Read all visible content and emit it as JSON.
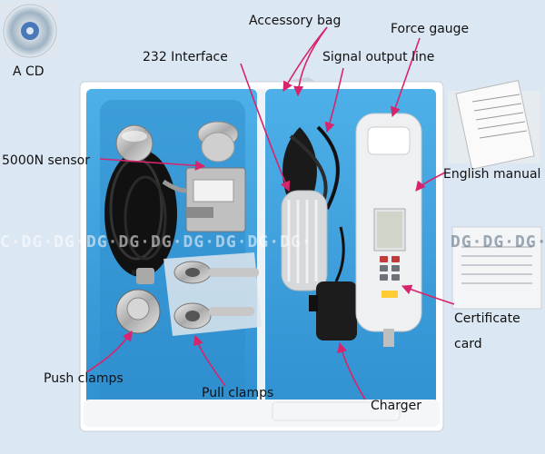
{
  "labels": {
    "a_cd": "A CD",
    "accessory_bag": "Accessory bag",
    "force_gauge": "Force gauge",
    "interface_232": "232 Interface",
    "signal_output_line": "Signal output line",
    "sensor_5000n": "5000N sensor",
    "english_manual": "English manual",
    "certificate_card_line1": "Certificate",
    "certificate_card_line2": "card",
    "push_clamps": "Push clamps",
    "pull_clamps": "Pull clamps",
    "charger": "Charger"
  },
  "watermark": {
    "left": "C·DG·DG·",
    "center": "DG·DG·DG·DG·DG·DG·DG·",
    "right": "DG·DG·DG·"
  },
  "colors": {
    "case_blue": "#3aa0dc",
    "case_white": "#f4f6f8",
    "annotation_arrow": "#d8246c",
    "background": "#dbe7f3"
  }
}
